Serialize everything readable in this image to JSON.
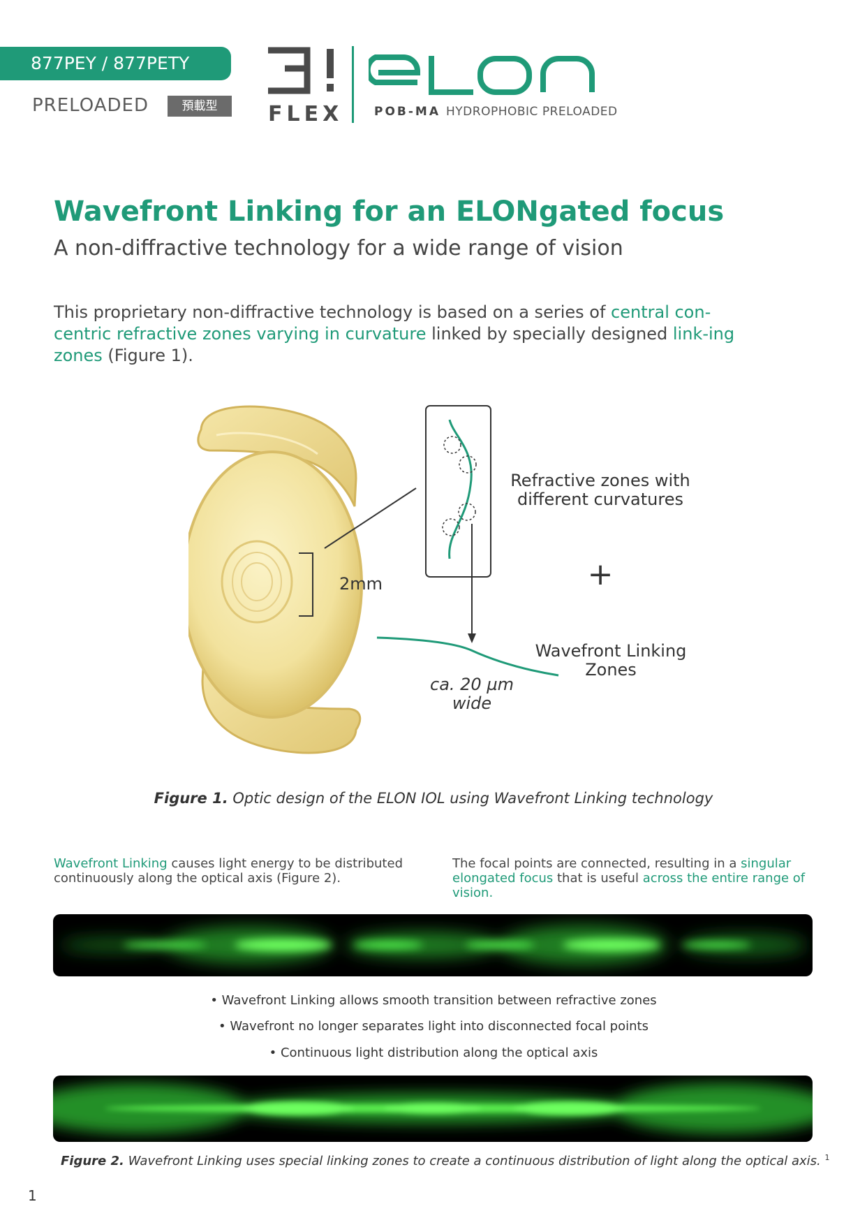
{
  "header": {
    "model_codes": "877PEY / 877PETY",
    "preloaded_label": "PRELOADED",
    "preloaded_cn": "預載型",
    "brand_mark": "3!",
    "brand_flex": "FLEX",
    "brand_name": "elon",
    "brand_material": "POB-MA",
    "brand_tagline": "HYDROPHOBIC PRELOADED"
  },
  "title": "Wavefront Linking for an ELONgated focus",
  "subtitle": "A non-diffractive technology for a wide range of vision",
  "intro": {
    "part1": "This proprietary non-diffractive technology is based on a series of ",
    "highlight1": "central con-centric refractive zones varying in curvature",
    "part2": " linked by specially designed ",
    "highlight2": "link-ing zones",
    "part3": " (Figure 1)."
  },
  "figure1": {
    "label_2mm": "2mm",
    "label_refractive_1": "Refractive zones with",
    "label_refractive_2": "different curvatures",
    "label_plus": "+",
    "label_linking_1": "Wavefront Linking",
    "label_linking_2": "Zones",
    "label_width_1": "ca. 20 µm",
    "label_width_2": "wide",
    "caption_bold": "Figure 1.",
    "caption_text": " Optic design of the ELON IOL using Wavefront Linking technology"
  },
  "columns": {
    "left_highlight": "Wavefront Linking",
    "left_text": " causes light energy to be distributed continuously along the optical axis (Figure 2).",
    "right_text1": "The focal points are connected, resulting in a ",
    "right_highlight1": "singular elongated focus",
    "right_text2": " that is useful ",
    "right_highlight2": "across the entire range of vision."
  },
  "bullets": [
    "• Wavefront Linking allows smooth transition between refractive zones",
    "• Wavefront no longer separates light into disconnected focal points",
    "• Continuous light distribution along the optical axis"
  ],
  "figure2": {
    "caption_bold": "Figure 2.",
    "caption_text": " Wavefront Linking uses special linking zones to create a continuous distribution of light along the optical axis.",
    "caption_sup": "1"
  },
  "page_number": "1",
  "colors": {
    "brand_green": "#1f9a78",
    "lens_gold": "#f2e09a",
    "band_glow": "#3fdc3a"
  }
}
